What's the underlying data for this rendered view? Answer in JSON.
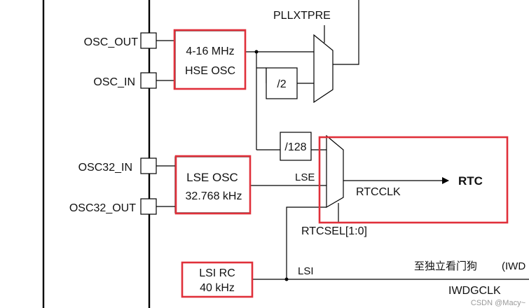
{
  "colors": {
    "highlight": "#e0303a",
    "line": "#000000",
    "watermark": "#9a9a9a"
  },
  "pins": {
    "osc_out": "OSC_OUT",
    "osc_in": "OSC_IN",
    "osc32_in": "OSC32_IN",
    "osc32_out": "OSC32_OUT"
  },
  "blocks": {
    "hse": {
      "line1": "4-16 MHz",
      "line2": "HSE OSC"
    },
    "lse": {
      "line1": "LSE OSC",
      "line2": "32.768 kHz"
    },
    "lsi": {
      "line1": "LSI RC",
      "line2": "40 kHz"
    },
    "div2": "/2",
    "div128": "/128"
  },
  "labels": {
    "pllxtpre": "PLLXTPRE",
    "lse": "LSE",
    "lsi": "LSI",
    "rtcclk": "RTCCLK",
    "rtc": "RTC",
    "rtcsel": "RTCSEL[1:0]",
    "iwdg_note": "至独立看门狗",
    "iwdg_partial": "(IWD",
    "iwdgclk": "IWDGCLK"
  },
  "watermark": "CSDN @Macy~"
}
